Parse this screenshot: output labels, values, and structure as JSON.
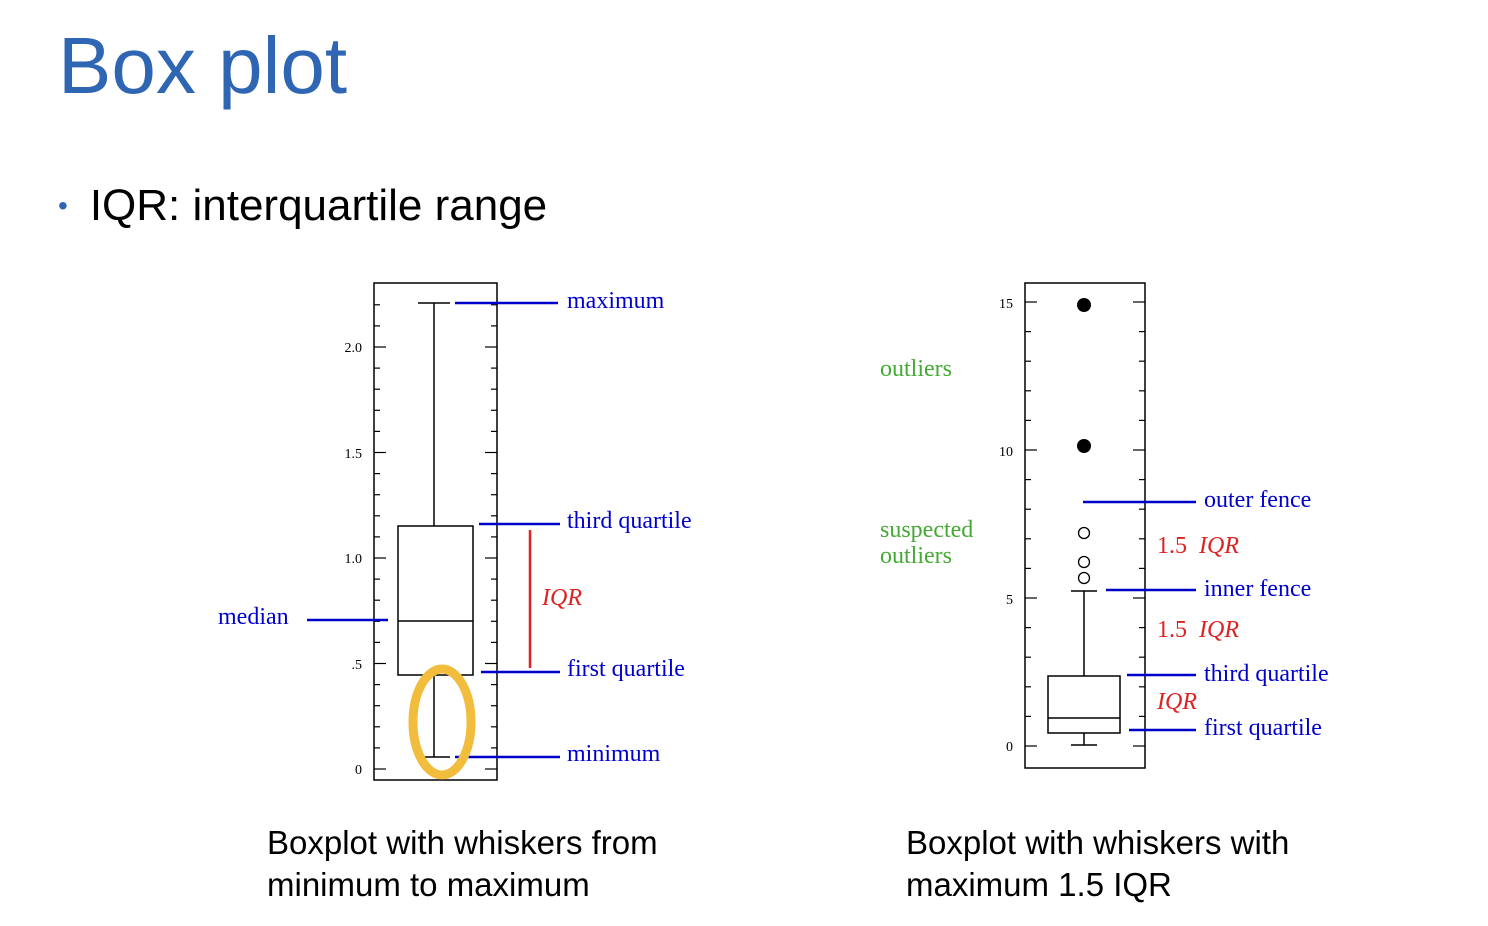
{
  "slide": {
    "title": "Box plot",
    "bullet": "IQR: interquartile range"
  },
  "colors": {
    "title": "#2f66b3",
    "label_blue": "#0000cc",
    "label_red": "#dd2222",
    "label_green": "#44aa33",
    "highlight": "#f2bd3c"
  },
  "left_plot": {
    "y_ticks": [
      "0",
      ".5",
      "1.0",
      "1.5",
      "2.0"
    ],
    "labels": {
      "maximum": "maximum",
      "third_quartile": "third quartile",
      "median": "median",
      "iqr": "IQR",
      "first_quartile": "first quartile",
      "minimum": "minimum"
    },
    "caption": [
      "Boxplot with whiskers from",
      "minimum to maximum"
    ]
  },
  "right_plot": {
    "y_ticks": [
      "0",
      "5",
      "10",
      "15"
    ],
    "labels": {
      "outliers": "outliers",
      "suspected_1": "suspected",
      "suspected_2": "outliers",
      "outer_fence": "outer fence",
      "iqr_upper": "1.5",
      "iqr_upper_b": "IQR",
      "inner_fence": "inner fence",
      "iqr_lower": "1.5",
      "iqr_lower_b": "IQR",
      "third_quartile": "third quartile",
      "iqr": "IQR",
      "first_quartile": "first quartile"
    },
    "caption": [
      "Boxplot with whiskers with",
      "maximum 1.5 IQR"
    ]
  }
}
